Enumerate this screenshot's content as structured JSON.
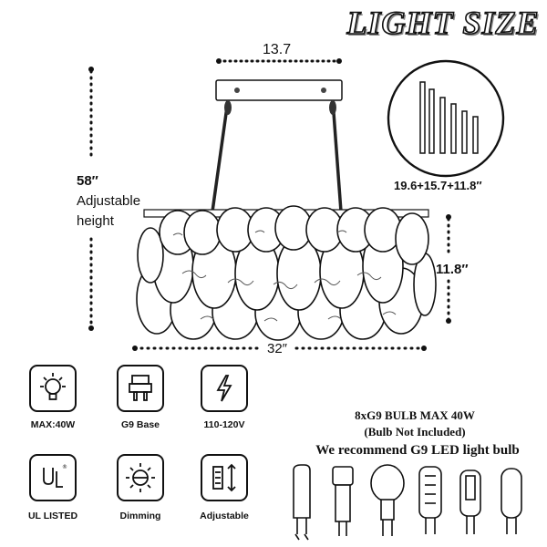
{
  "title": "LIGHT SIZE",
  "dimensions": {
    "canopy_width": "13.7",
    "overall_height": "58″",
    "adjustable_line1": "Adjustable",
    "adjustable_line2": "height",
    "shade_height": "11.8″",
    "shade_width": "32″",
    "rods": "19.6+15.7+11.8″"
  },
  "features": [
    {
      "label": "MAX:40W",
      "icon": "light-bulb-icon"
    },
    {
      "label": "G9 Base",
      "icon": "g9-base-icon"
    },
    {
      "label": "110-120V",
      "icon": "lightning-icon"
    },
    {
      "label": "UL LISTED",
      "icon": "ul-listed-icon"
    },
    {
      "label": "Dimming",
      "icon": "dimming-sun-icon"
    },
    {
      "label": "Adjustable",
      "icon": "adjustable-height-icon"
    }
  ],
  "bulb_info": {
    "line1": "8xG9 BULB MAX 40W",
    "line2": "(Bulb Not Included)",
    "line3": "We recommend G9 LED light bulb"
  }
}
